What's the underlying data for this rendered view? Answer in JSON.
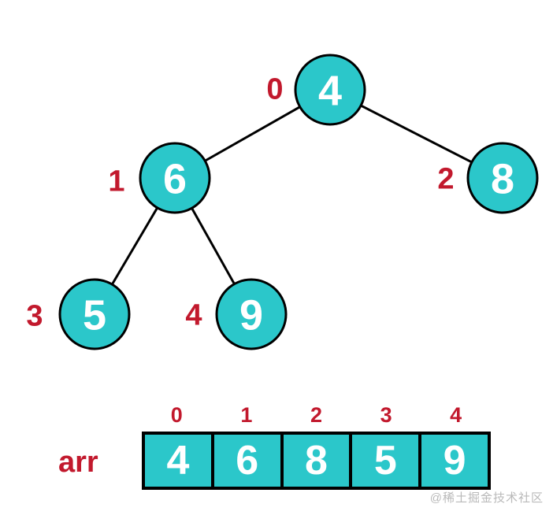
{
  "colors": {
    "node_fill": "#2bc7ca",
    "node_border": "#000000",
    "node_text": "#ffffff",
    "index_text": "#c2192d",
    "watermark_text": "#b9b9b9",
    "background": "#ffffff"
  },
  "tree": {
    "nodes": [
      {
        "index": "0",
        "value": "4"
      },
      {
        "index": "1",
        "value": "6"
      },
      {
        "index": "2",
        "value": "8"
      },
      {
        "index": "3",
        "value": "5"
      },
      {
        "index": "4",
        "value": "9"
      }
    ]
  },
  "array": {
    "label": "arr",
    "indices": [
      "0",
      "1",
      "2",
      "3",
      "4"
    ],
    "values": [
      "4",
      "6",
      "8",
      "5",
      "9"
    ]
  },
  "watermark": "@稀土掘金技术社区"
}
